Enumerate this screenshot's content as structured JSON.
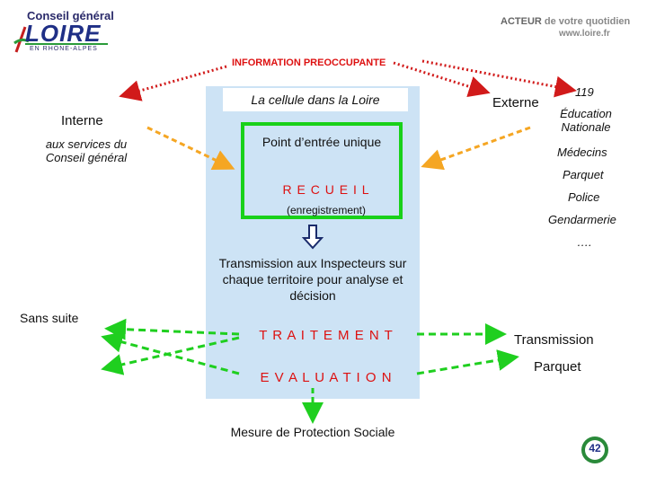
{
  "header": {
    "logo_line1": "Conseil général",
    "logo_main": "LOIRE",
    "logo_sub": "EN RHÔNE-ALPES",
    "tagline_brand": "ACTEUR",
    "tagline_rest": " de votre quotidien",
    "website": "www.loire.fr"
  },
  "diagram": {
    "info_title": "INFORMATION PREOCCUPANTE",
    "cellule": "La cellule dans la Loire",
    "point_entree": "Point d’entrée unique",
    "recueil": "R E C U E I L",
    "enregistrement": "(enregistrement)",
    "transmission_inspecteurs": "Transmission aux Inspecteurs sur chaque territoire pour analyse et décision",
    "traitement": "T R A I T E M E N T",
    "evaluation": "E V A L U A T I O N",
    "mesure": "Mesure de Protection Sociale",
    "sans_suite": "Sans suite",
    "transmission": "Transmission",
    "parquet": "Parquet",
    "interne": "Interne",
    "interne_detail": "aux services du Conseil général",
    "externe": "Externe",
    "externe_list": [
      "119",
      "Éducation Nationale",
      "Médecins",
      "Parquet",
      "Police",
      "Gendarmerie",
      "…."
    ]
  },
  "footer": {
    "badge": "42"
  },
  "colors": {
    "blue_box": "#cde3f5",
    "green_border": "#19d119",
    "red_dotted": "#d11a1a",
    "orange_dashed": "#f5a623",
    "green_dashed": "#1fcf1f"
  }
}
